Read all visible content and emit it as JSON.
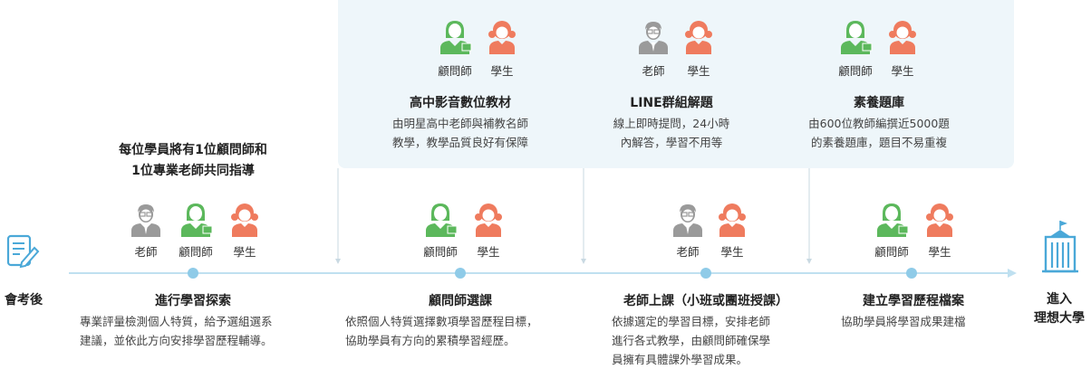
{
  "start": {
    "label": "會考後"
  },
  "end": {
    "line1": "進入",
    "line2": "理想大學"
  },
  "intro": {
    "line1": "每位學員將有1位顧問師和",
    "line2": "1位專業老師共同指導"
  },
  "roles": {
    "teacher": "老師",
    "counselor": "顧問師",
    "student": "學生"
  },
  "top_columns": [
    {
      "title": "高中影音數位教材",
      "desc1": "由明星高中老師與補教名師",
      "desc2": "教學，教學品質良好有保障"
    },
    {
      "title": "LINE群組解題",
      "desc1": "線上即時提問，24小時",
      "desc2": "內解答，學習不用等"
    },
    {
      "title": "素養題庫",
      "desc1": "由600位教師編撰近5000題",
      "desc2": "的素養題庫，題目不易重複"
    }
  ],
  "stages": [
    {
      "title": "進行學習探索",
      "desc1": "專業評量檢測個人特質，給予選組選系",
      "desc2": "建議，並依此方向安排學習歷程輔導。"
    },
    {
      "title": "顧問師選課",
      "desc1": "依照個人特質選擇數項學習歷程目標，",
      "desc2": "協助學員有方向的累積學習經歷。"
    },
    {
      "title": "老師上課（小班或團班授課）",
      "desc1": "依據選定的學習目標，安排老師",
      "desc2": "進行各式教學，由顧問師確保學",
      "desc3": "員擁有具體課外學習成果。"
    },
    {
      "title": "建立學習歷程檔案",
      "desc1": "協助學員將學習成果建檔"
    }
  ],
  "colors": {
    "timeline": "#bfe0f0",
    "dot": "#8fcbe8",
    "counselor": "#5cb85c",
    "student": "#ef7b5e",
    "teacher": "#9a9a9a",
    "panel": "#eef6fa",
    "icon_blue": "#4aa8d8"
  }
}
